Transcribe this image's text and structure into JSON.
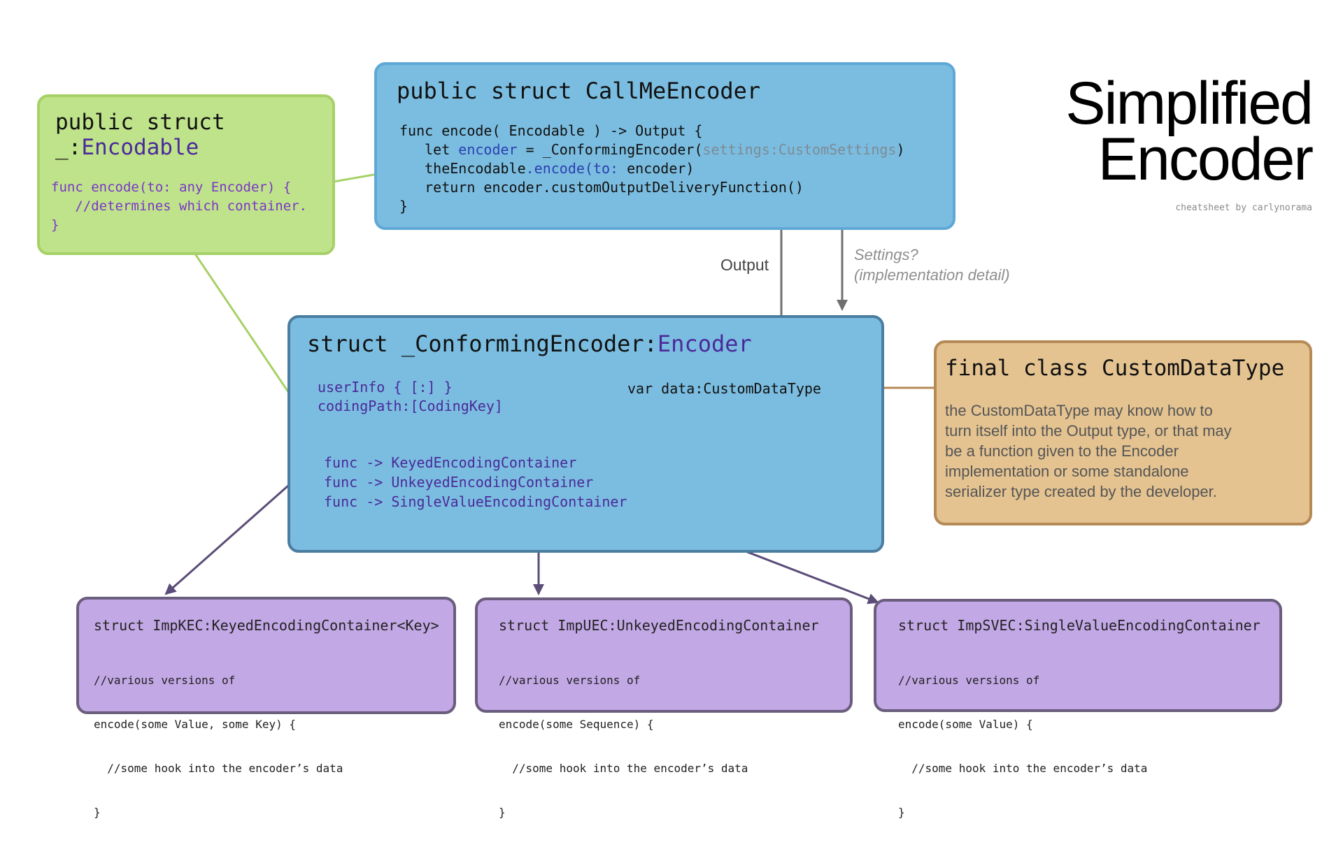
{
  "title": {
    "line1": "Simplified",
    "line2": "Encoder",
    "credit": "cheatsheet by carlynorama"
  },
  "encodable_box": {
    "decl1": "public struct",
    "decl2_prefix": "_:",
    "decl2_type": "Encodable",
    "code1": "func encode(to: any Encoder) {",
    "code2": "   //determines which container.",
    "code3": "}"
  },
  "callme_box": {
    "decl": "public struct CallMeEncoder",
    "l1": "func encode( Encodable ) -> Output {",
    "l2_a": "   let ",
    "l2_b": "encoder",
    "l2_c": " = _ConformingEncoder(",
    "l2_d": "settings:CustomSettings",
    "l2_e": ")",
    "l3_a": "   theEncodable",
    "l3_b": ".encode(to: ",
    "l3_c": "encoder)",
    "l4": "   return encoder.customOutputDeliveryFunction()",
    "l5": "}"
  },
  "arrow_labels": {
    "output": "Output",
    "settings1": "Settings?",
    "settings2": "(implementation detail)"
  },
  "conforming_box": {
    "decl_prefix": "struct _ConformingEncoder:",
    "decl_type": "Encoder",
    "userinfo": "userInfo { [:] }",
    "codingpath": "codingPath:[CodingKey]",
    "data": "var data:CustomDataType",
    "f1": "func -> KeyedEncodingContainer",
    "f2": "func -> UnkeyedEncodingContainer",
    "f3": "func -> SingleValueEncodingContainer"
  },
  "custom_box": {
    "decl": "final class CustomDataType",
    "desc1": "the CustomDataType may know how to",
    "desc2": "turn itself into the Output type, or that may",
    "desc3": "be a function given to the Encoder",
    "desc4": "implementation or some standalone",
    "desc5": "serializer type created by the developer."
  },
  "kec_box": {
    "decl": "struct ImpKEC:KeyedEncodingContainer<Key>",
    "c1": "//various versions of",
    "c2": "encode(some Value, some Key) {",
    "c3": "  //some hook into the encoder’s data",
    "c4": "}"
  },
  "uec_box": {
    "decl": "struct ImpUEC:UnkeyedEncodingContainer",
    "c1": "//various versions of",
    "c2": "encode(some Sequence) {",
    "c3": "  //some hook into the encoder’s data",
    "c4": "}"
  },
  "svec_box": {
    "decl": "struct ImpSVEC:SingleValueEncodingContainer",
    "c1": "//various versions of",
    "c2": "encode(some Value) {",
    "c3": "  //some hook into the encoder’s data",
    "c4": "}"
  },
  "colors": {
    "green_fill": "#bfe38a",
    "green_border": "#a7d168",
    "blue_fill": "#7bbde0",
    "blue_border": "#4b7da0",
    "tan_fill": "#e4c391",
    "tan_border": "#b58a55",
    "purple_fill": "#c3a8e6",
    "purple_border": "#6a5d7d"
  }
}
